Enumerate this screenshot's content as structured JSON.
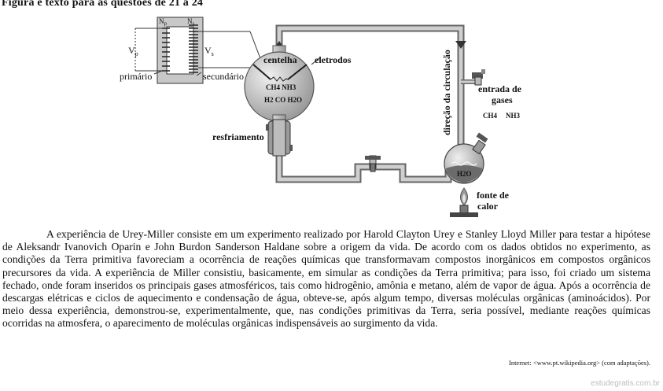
{
  "heading": "Figura e texto para as questões de 21 a 24",
  "figure": {
    "labels": {
      "np": "N",
      "np_sub": "p",
      "ns": "N",
      "ns_sub": "s",
      "vp": "V",
      "vp_sub": "p",
      "vs": "V",
      "vs_sub": "s",
      "primario": "primário",
      "secundario": "secundário",
      "centelha": "centelha",
      "eletrodos": "eletrodos",
      "ch4_nh3": "CH4 NH3",
      "h2_co_h2o": "H2 CO H2O",
      "resfriamento": "resfriamento",
      "direcao": "direção da circulação",
      "entrada_gases_1": "entrada de",
      "entrada_gases_2": "gases",
      "ch4": "CH4",
      "nh3": "NH3",
      "h2o": "H2O",
      "fonte_calor_1": "fonte de",
      "fonte_calor_2": "calor"
    }
  },
  "paragraph": "A experiência de Urey-Miller consiste em um experimento realizado por Harold Clayton Urey e Stanley Lloyd Miller para testar a hipótese de Aleksandr Ivanovich Oparin e John Burdon Sanderson Haldane sobre a origem da vida. De acordo com os dados obtidos no experimento, as condições da Terra primitiva favoreciam a ocorrência de reações químicas que transformavam compostos inorgânicos em compostos orgânicos precursores da vida. A experiência de Miller consistiu, basicamente, em simular as condições da Terra primitiva; para isso, foi criado um sistema fechado, onde foram inseridos os principais gases atmosféricos, tais como hidrogênio, amônia e metano, além de vapor de água. Após a ocorrência de descargas elétricas e ciclos de aquecimento e condensação de água, obteve-se, após algum tempo, diversas moléculas orgânicas (aminoácidos). Por meio dessa experiência, demonstrou-se, experimentalmente, que, nas condições primitivas da Terra, seria possível, mediante reações químicas ocorridas na atmosfera, o aparecimento de moléculas orgânicas indispensáveis ao surgimento da vida.",
  "source": "Internet: <www.pt.wikipedia.org> (com adaptações).",
  "watermark": "estudegratis.com.br"
}
